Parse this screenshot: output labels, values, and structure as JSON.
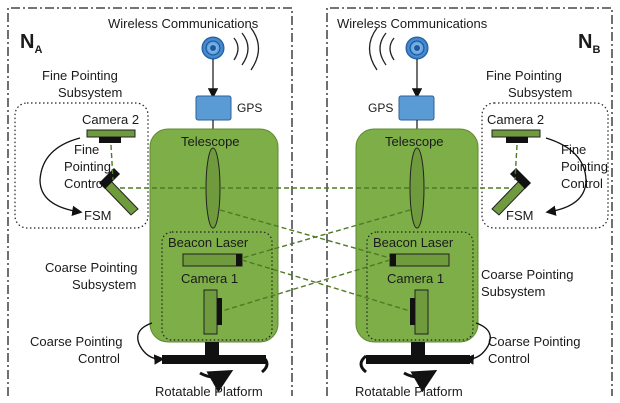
{
  "nodes": {
    "a": {
      "letter": "N",
      "sub": "A"
    },
    "b": {
      "letter": "N",
      "sub": "B"
    }
  },
  "labels": {
    "wireless": "Wireless Communications",
    "gps": "GPS",
    "fine_line1": "Fine Pointing",
    "fine_line2": "Subsystem",
    "camera2": "Camera 2",
    "fpc_line1": "Fine",
    "fpc_line2": "Pointing",
    "fpc_line3": "Control",
    "fsm": "FSM",
    "telescope": "Telescope",
    "beacon": "Beacon Laser",
    "camera1": "Camera 1",
    "coarse_line1": "Coarse Pointing",
    "coarse_line2": "Subsystem",
    "cpc_line1": "Coarse Pointing",
    "cpc_line2": "Control",
    "platform": "Rotatable Platform"
  },
  "colors": {
    "body_fill": "#7dae47",
    "body_stroke": "#5f8a30",
    "gps_fill": "#5b9bd5",
    "antenna_fill": "#4a90d0",
    "beam": "#4e7a26",
    "mirror_fill": "#6f9a3e",
    "dark": "#111111"
  },
  "icons": [
    "antenna-icon",
    "signal-waves-icon",
    "rotation-arrow-icon"
  ]
}
